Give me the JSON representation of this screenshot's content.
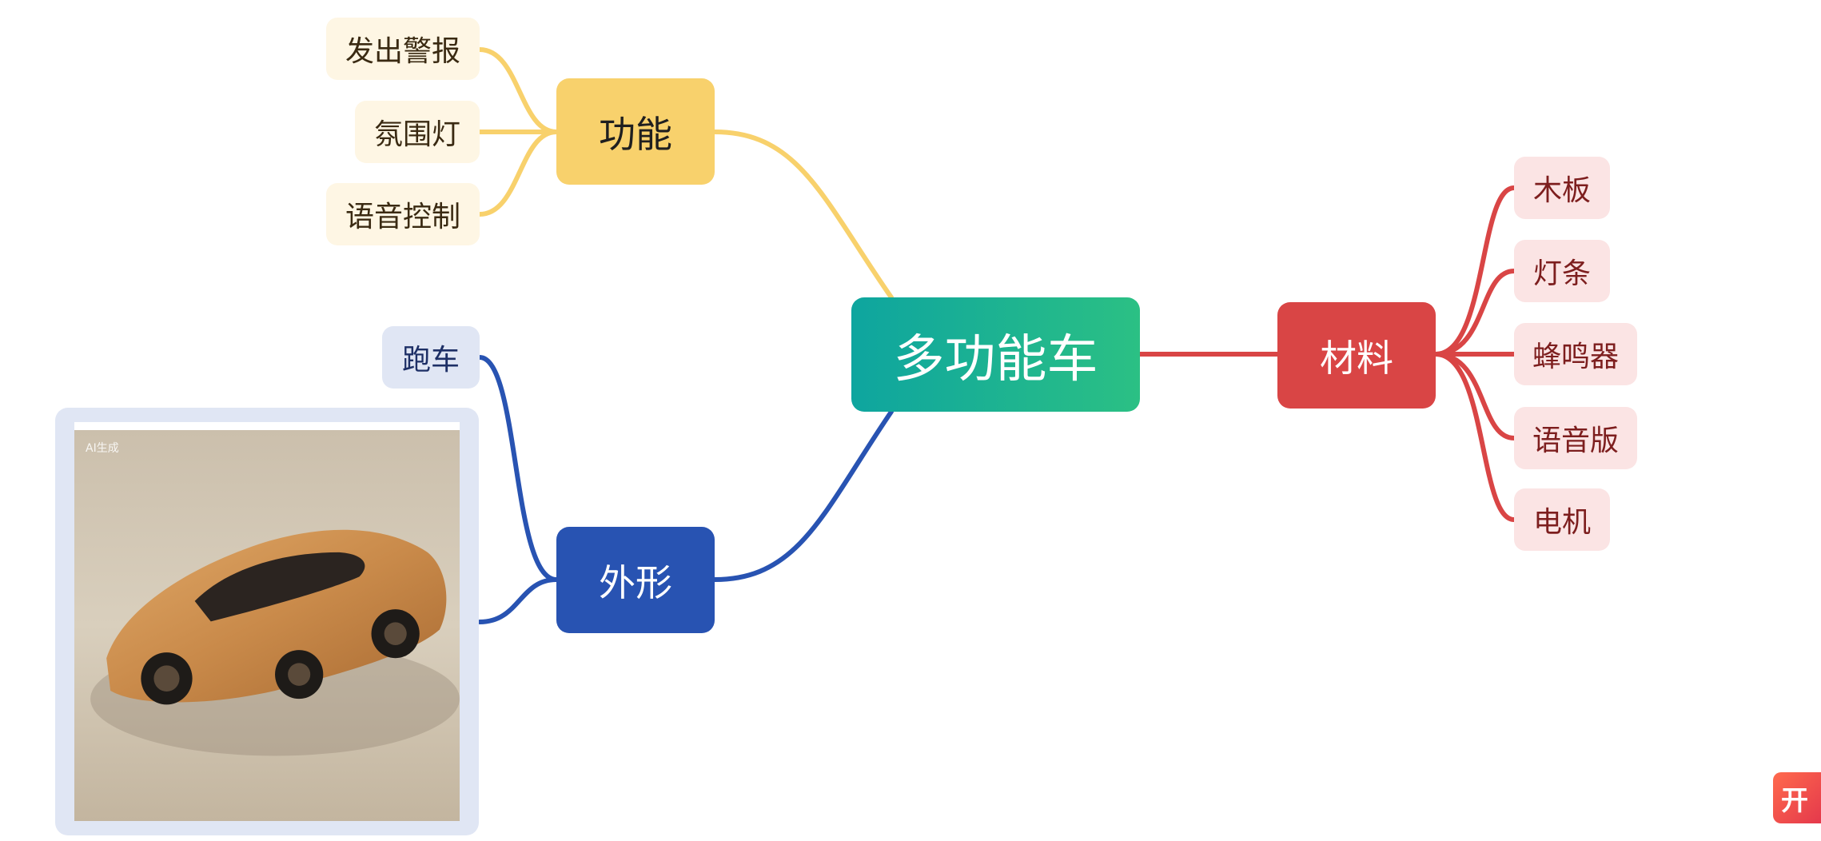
{
  "root": {
    "label": "多功能车"
  },
  "branches": {
    "function": {
      "label": "功能",
      "color": "#f8d16c",
      "children": [
        "发出警报",
        "氛围灯",
        "语音控制"
      ]
    },
    "shape": {
      "label": "外形",
      "color": "#2853b2",
      "children": [
        "跑车"
      ],
      "image": {
        "description": "wooden sports car model",
        "watermark": "AI生成"
      }
    },
    "material": {
      "label": "材料",
      "color": "#d94545",
      "children": [
        "木板",
        "灯条",
        "蜂鸣器",
        "语音版",
        "电机"
      ]
    }
  },
  "root_gradient": [
    "#0ea59f",
    "#2bc084"
  ],
  "corner_badge": {
    "text": "开"
  }
}
